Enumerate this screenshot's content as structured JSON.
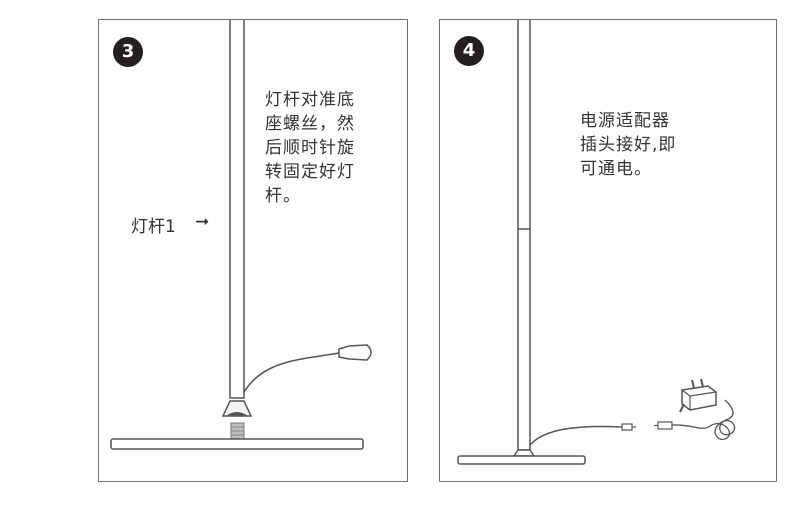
{
  "steps": [
    {
      "number": "3",
      "caption_lines": [
        "灯杆对准底",
        "座螺丝，然",
        "后顺时针旋",
        "转固定好灯",
        "杆。"
      ],
      "pole_label": "灯杆1",
      "arrow_icon": "right-arrow-icon"
    },
    {
      "number": "4",
      "caption_lines": [
        "电源适配器",
        "插头接好,即",
        "可通电。"
      ]
    }
  ],
  "colors": {
    "outline": "#6f6f6f",
    "badge": "#231f20",
    "text": "#333333"
  }
}
